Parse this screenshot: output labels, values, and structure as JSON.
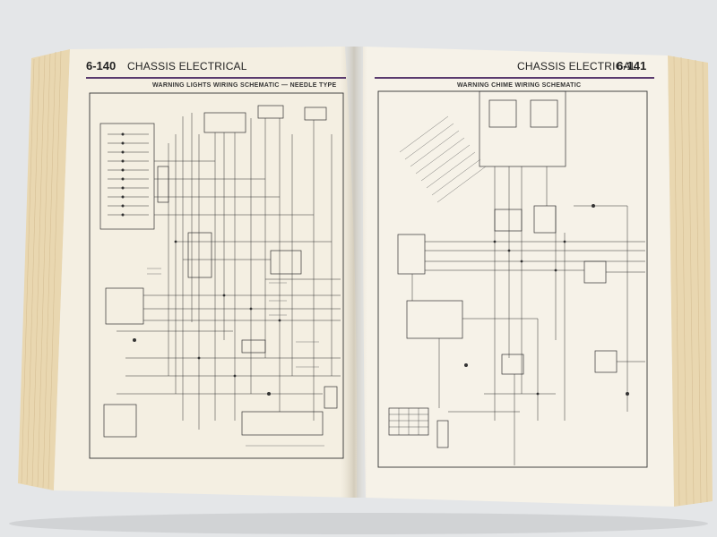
{
  "left_page": {
    "page_number": "6-140",
    "section_title": "CHASSIS ELECTRICAL",
    "diagram_title": "WARNING LIGHTS WIRING SCHEMATIC — NEEDLE TYPE"
  },
  "right_page": {
    "page_number": "6-141",
    "section_title": "CHASSIS ELECTRICAL",
    "diagram_title": "WARNING CHIME WIRING SCHEMATIC"
  },
  "colors": {
    "background": "#e4e6e8",
    "paper": "#f4efe2",
    "page_edges": "#e8d9b8",
    "header_rule": "#5a3b6e",
    "ink": "#2b2b2b"
  }
}
